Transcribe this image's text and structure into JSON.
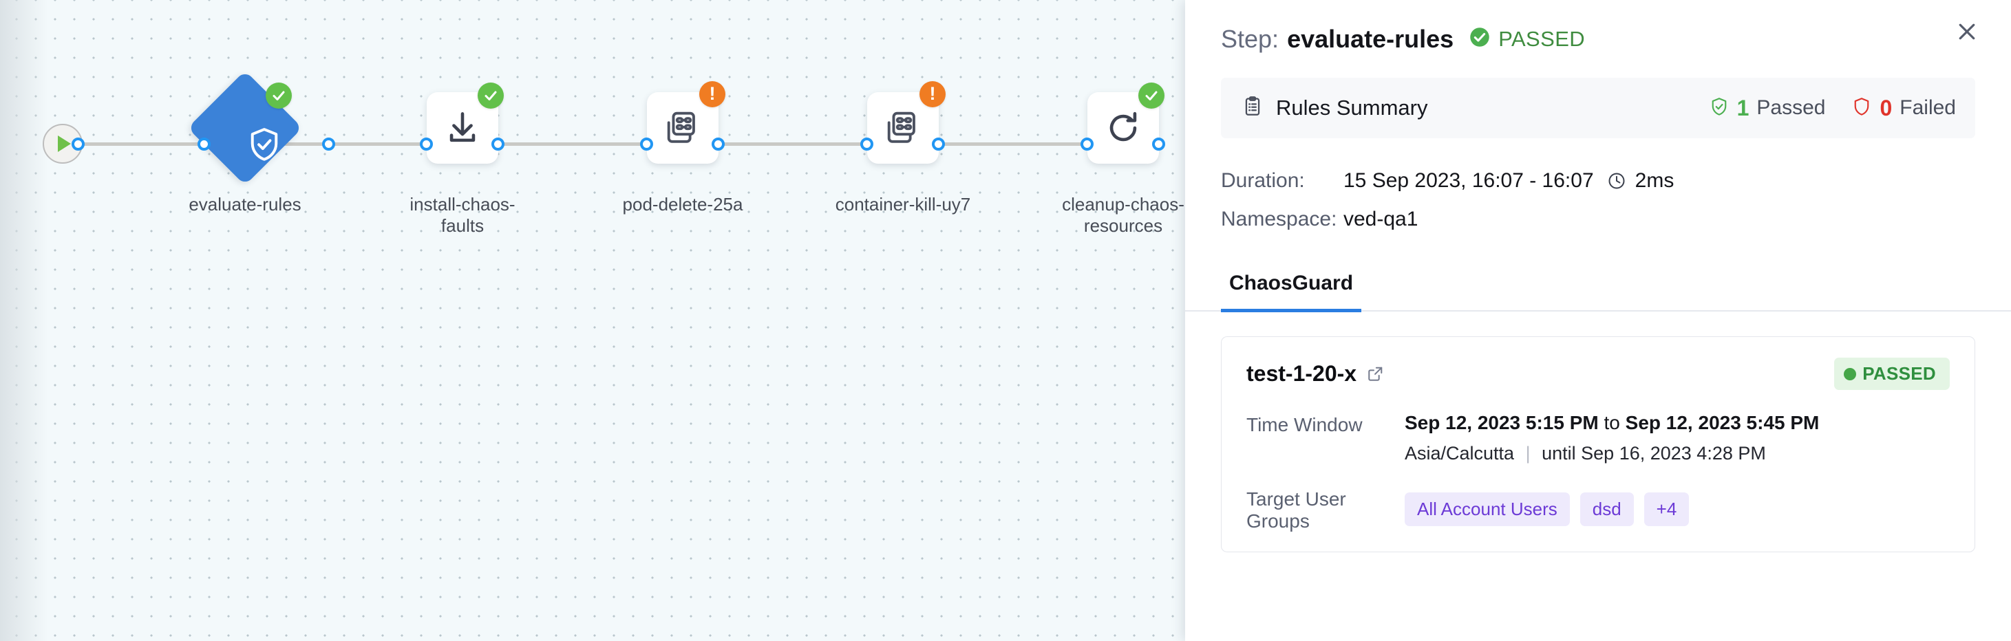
{
  "canvas": {
    "start_node": {
      "icon": "play-icon"
    },
    "nodes": [
      {
        "id": "evaluate-rules",
        "label": "evaluate-rules",
        "shape": "diamond",
        "icon": "shield-check-icon",
        "status": "success"
      },
      {
        "id": "install-chaos-faults",
        "label": "install-chaos-faults",
        "shape": "square",
        "icon": "download-icon",
        "status": "success"
      },
      {
        "id": "pod-delete-25a",
        "label": "pod-delete-25a",
        "shape": "square",
        "icon": "chaos-experiment-icon",
        "status": "warning"
      },
      {
        "id": "container-kill-uy7",
        "label": "container-kill-uy7",
        "shape": "square",
        "icon": "chaos-experiment-icon",
        "status": "warning"
      },
      {
        "id": "cleanup-chaos-resources",
        "label": "cleanup-chaos-resources",
        "shape": "square",
        "icon": "refresh-icon",
        "status": "success"
      }
    ]
  },
  "panel": {
    "header": {
      "step_prefix": "Step:",
      "step_name": "evaluate-rules",
      "status_text": "PASSED",
      "status_icon": "check-circle-icon",
      "close_icon": "close-icon"
    },
    "rules_summary": {
      "icon": "clipboard-icon",
      "title": "Rules Summary",
      "passed_count": "1",
      "passed_label": "Passed",
      "failed_count": "0",
      "failed_label": "Failed"
    },
    "meta": {
      "duration_key": "Duration:",
      "duration_value": "15 Sep 2023, 16:07 - 16:07",
      "duration_clock_icon": "clock-icon",
      "duration_elapsed": "2ms",
      "namespace_key": "Namespace:",
      "namespace_value": "ved-qa1"
    },
    "tabs": [
      {
        "id": "chaosguard",
        "label": "ChaosGuard",
        "active": true
      }
    ],
    "card": {
      "title": "test-1-20-x",
      "external_link_icon": "external-link-icon",
      "status_badge": "PASSED",
      "time_window_key": "Time Window",
      "time_window_start": "Sep 12, 2023 5:15 PM",
      "time_window_joiner": "to",
      "time_window_end": "Sep 12, 2023 5:45 PM",
      "timezone": "Asia/Calcutta",
      "until_text": "until Sep 16, 2023 4:28 PM",
      "target_groups_key": "Target User Groups",
      "target_groups": [
        "All Account Users",
        "dsd",
        "+4"
      ]
    }
  },
  "colors": {
    "accent_blue": "#2a7de1",
    "node_blue": "#3b82d8",
    "success_green": "#62c04a",
    "warning_orange": "#f07c22",
    "fail_red": "#e0342b",
    "tag_purple": "#6c3ad6",
    "canvas_bg": "#f3f9fb"
  }
}
